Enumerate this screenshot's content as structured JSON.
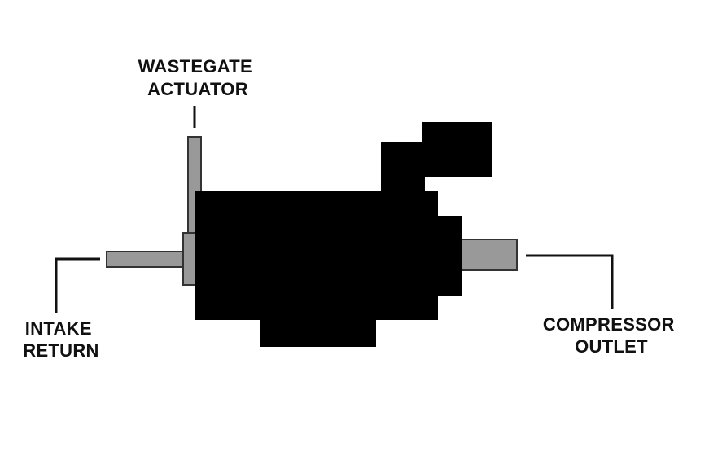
{
  "labels": {
    "wastegate_actuator": [
      "WASTEGATE",
      "ACTUATOR"
    ],
    "intake_return": [
      "INTAKE",
      "RETURN"
    ],
    "compressor_outlet": [
      "COMPRESSOR",
      "OUTLET"
    ]
  },
  "colors": {
    "body": "#000000",
    "port": "#999999",
    "port_outline": "#333333",
    "leader_line": "#111111",
    "text": "#111111",
    "background": "#ffffff"
  }
}
